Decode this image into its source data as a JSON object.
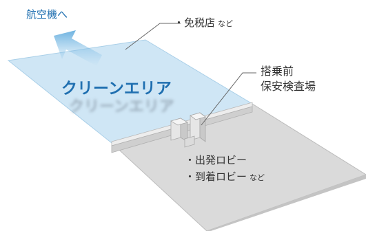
{
  "to_plane": "航空機へ",
  "shop": {
    "bullet": "・",
    "text": "免税店",
    "suffix": "など"
  },
  "clean_area": "クリーンエリア",
  "security": [
    "搭乗前",
    "保安検査場"
  ],
  "lobby": [
    {
      "bullet": "・",
      "text": "出発ロビー",
      "suffix": ""
    },
    {
      "bullet": "・",
      "text": "到着ロビー",
      "suffix": "など"
    }
  ],
  "colors": {
    "clean": "#cfe6f5",
    "public": "#dadada",
    "arrow": "#8fc6ea",
    "text_blue": "#1f6fb0"
  }
}
